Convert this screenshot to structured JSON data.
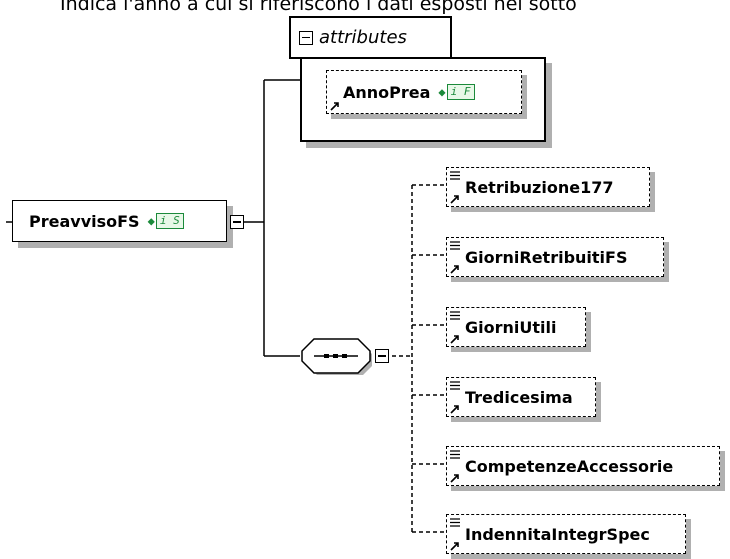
{
  "header": {
    "text": "Indica l'anno a cui si riferiscono i dati esposti nel sotto"
  },
  "attributes_group": {
    "label": "attributes",
    "toggle_icon": "minus-box-icon",
    "attribute": {
      "name": "AnnoPrea",
      "badge": "F"
    }
  },
  "root": {
    "name": "PreavvisoFS",
    "badge": "S"
  },
  "sequence": {
    "icon": "sequence-compositor-icon"
  },
  "children": [
    {
      "name": "Retribuzione177"
    },
    {
      "name": "GiorniRetribuitiFS"
    },
    {
      "name": "GiorniUtili"
    },
    {
      "name": "Tredicesima"
    },
    {
      "name": "CompetenzeAccessorie"
    },
    {
      "name": "IndennitaIntegrSpec"
    }
  ],
  "colors": {
    "badge_green": "#1b8a3a",
    "badge_bg": "#e8f8e8",
    "shadow": "#b0b0b0"
  }
}
